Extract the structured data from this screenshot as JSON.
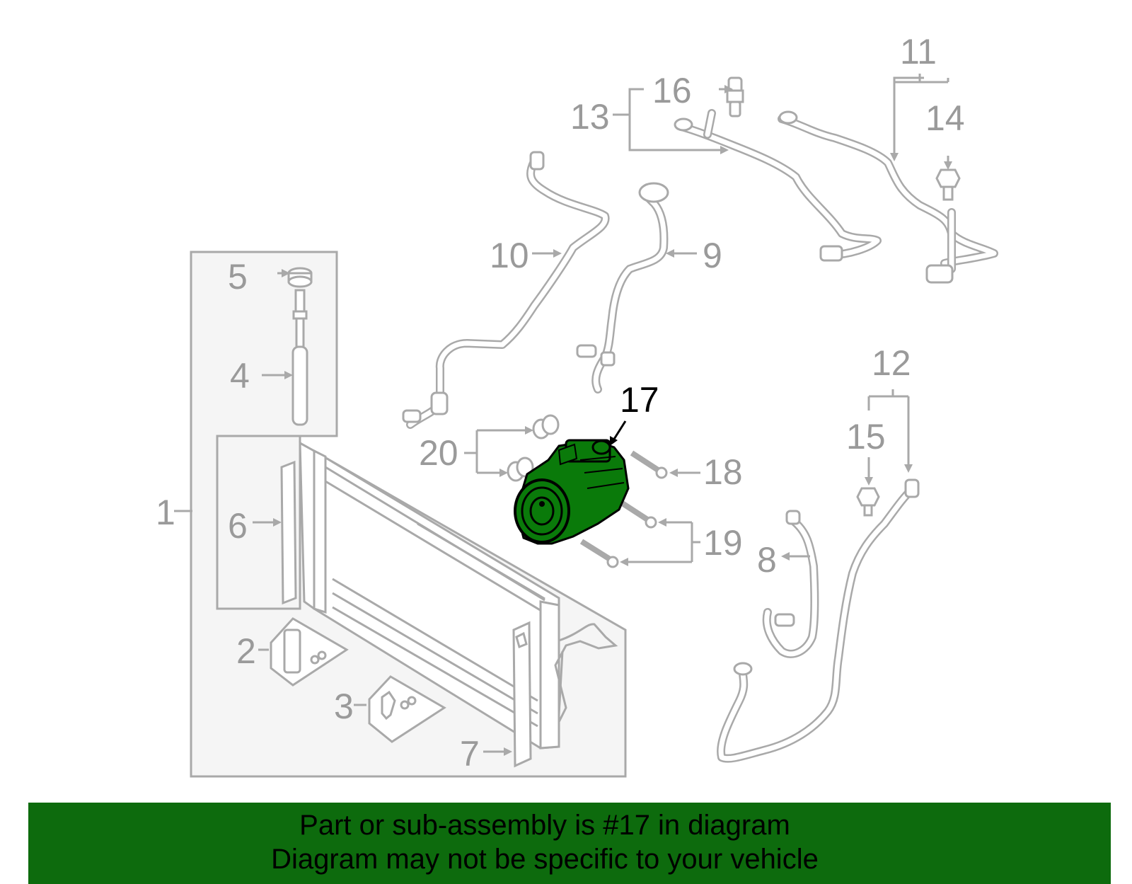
{
  "diagram": {
    "callouts": [
      "1",
      "2",
      "3",
      "4",
      "5",
      "6",
      "7",
      "8",
      "9",
      "10",
      "11",
      "12",
      "13",
      "14",
      "15",
      "16",
      "17",
      "18",
      "19",
      "20"
    ],
    "highlighted_part": "17",
    "colors": {
      "highlight": "#0a7a0a",
      "outline": "#a9a9a9",
      "box_fill": "#f5f5f5",
      "banner": "#0d6b0d"
    }
  },
  "banner": {
    "line1": "Part or sub-assembly is #17 in diagram",
    "line2": "Diagram may not be specific to your vehicle"
  }
}
